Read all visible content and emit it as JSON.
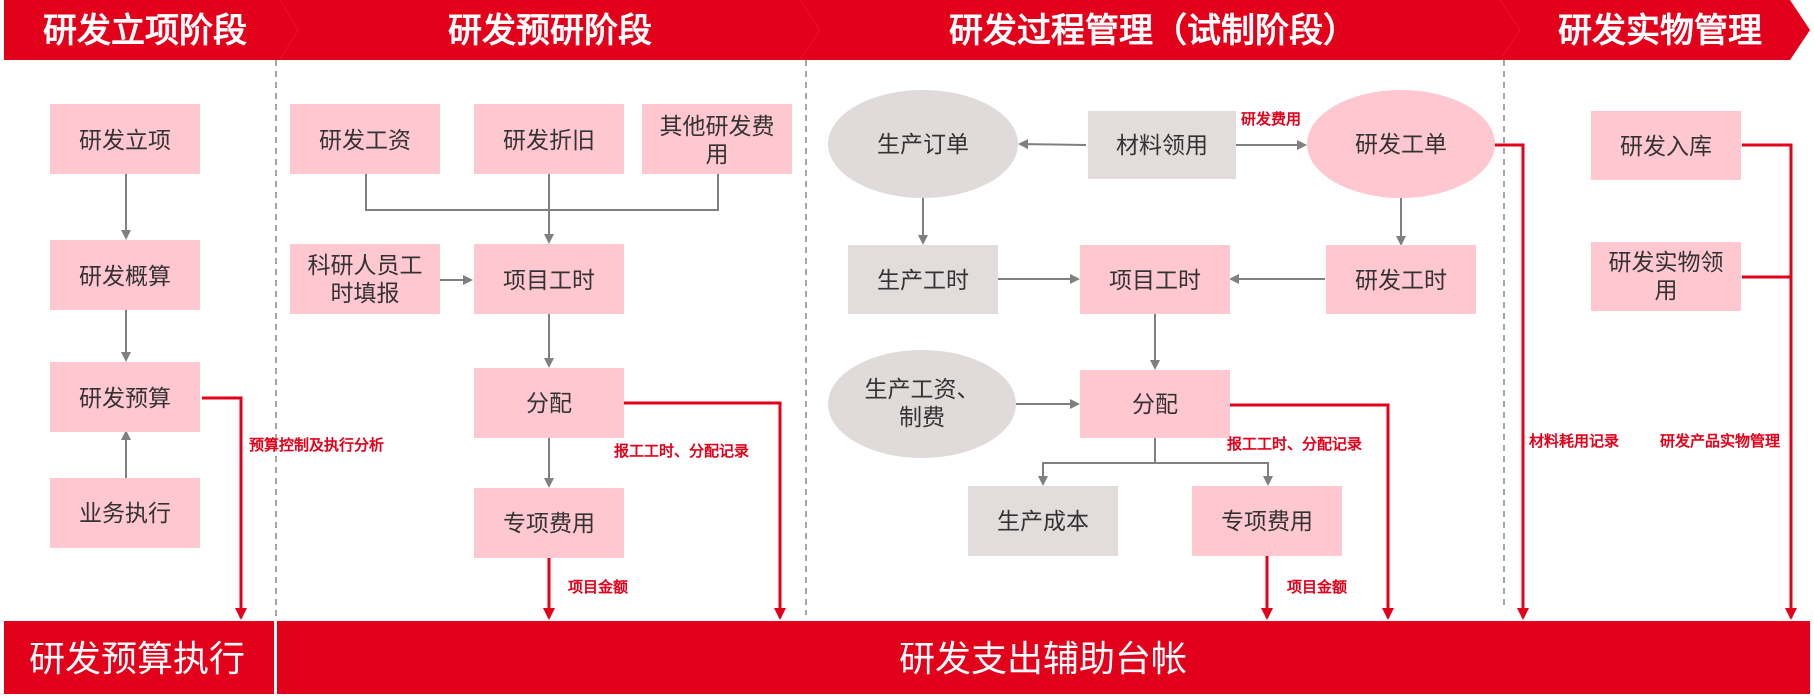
{
  "phases": {
    "initiation": "研发立项阶段",
    "pre_research": "研发预研阶段",
    "process": "研发过程管理（试制阶段）",
    "physical": "研发实物管理"
  },
  "initiation_steps": {
    "approval": "研发立项",
    "estimate": "研发概算",
    "budget": "研发预算",
    "execution": "业务执行"
  },
  "pre_research": {
    "salary": "研发工资",
    "depreciation": "研发折旧",
    "other_costs_line1": "其他研发费",
    "other_costs_line2": "用",
    "timesheet_line1": "科研人员工",
    "timesheet_line2": "时填报",
    "project_hours": "项目工时",
    "allocation": "分配",
    "special_expense": "专项费用"
  },
  "process": {
    "production_order": "生产订单",
    "material_requisition": "材料领用",
    "rd_work_order": "研发工单",
    "production_hours": "生产工时",
    "project_hours": "项目工时",
    "rd_hours": "研发工时",
    "wages_line1": "生产工资、",
    "wages_line2": "制费",
    "allocation": "分配",
    "production_cost": "生产成本",
    "special_expense": "专项费用"
  },
  "physical": {
    "warehousing": "研发入库",
    "requisition_line1": "研发实物领",
    "requisition_line2": "用"
  },
  "annotations": {
    "budget_control": "预算控制及执行分析",
    "hours_allocation_1": "报工工时、分配记录",
    "project_amount_1": "项目金额",
    "rd_expense": "研发费用",
    "hours_allocation_2": "报工工时、分配记录",
    "project_amount_2": "项目金额",
    "material_usage": "材料耗用记录",
    "physical_management": "研发产品实物管理"
  },
  "bottom": {
    "budget_execution": "研发预算执行",
    "auxiliary_ledger": "研发支出辅助台帐"
  },
  "colors": {
    "brand_red": "#e3001b",
    "pink_box": "#ffc7cf",
    "grey_box": "#e2dcdc",
    "pink_ellipse": "#ffc7d0",
    "grey_ellipse": "#e0dada",
    "arrow_grey": "#808080"
  }
}
